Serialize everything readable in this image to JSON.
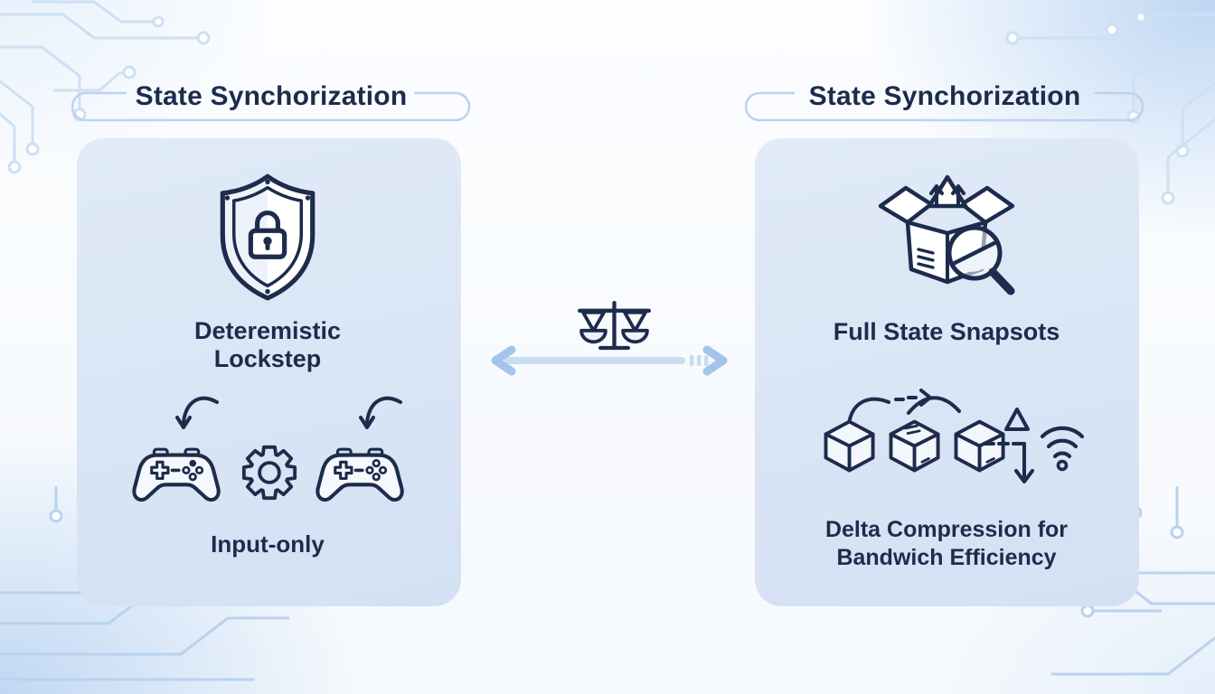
{
  "figure": {
    "left_header": {
      "label": "State Synchorization"
    },
    "right_header": {
      "label": "State Synchorization"
    },
    "left_panel": {
      "title": "Deteremistic Lockstep",
      "caption": "Input-only",
      "main_icon": "shield-lock-icon",
      "row_icons": [
        "curved-arrow-icon",
        "game-controller-icon",
        "gear-icon",
        "curved-arrow-icon",
        "game-controller-icon"
      ]
    },
    "right_panel": {
      "title": "Full State Snapsots",
      "caption": "Delta Compression for Bandwich Efficiency",
      "main_icon": "open-box-magnifier-icon",
      "row_icons": [
        "cube-icon",
        "cube-icon",
        "cube-icon",
        "delta-icon",
        "down-arrow-icon",
        "wifi-icon"
      ]
    },
    "center": {
      "icon": "balance-scale-icon",
      "arrow": "bidirectional-arrow"
    },
    "colors": {
      "ink": "#1d2b4c",
      "panel_fill": "#d8e4f4",
      "pill_stroke": "#bcd3ee",
      "arrow_head": "#a4c4ea",
      "arrow_bar": "#c8dcf2",
      "circuit": "#cde0f4",
      "circuit_strong": "#b9d2ee",
      "background": "#f7fafd"
    }
  }
}
